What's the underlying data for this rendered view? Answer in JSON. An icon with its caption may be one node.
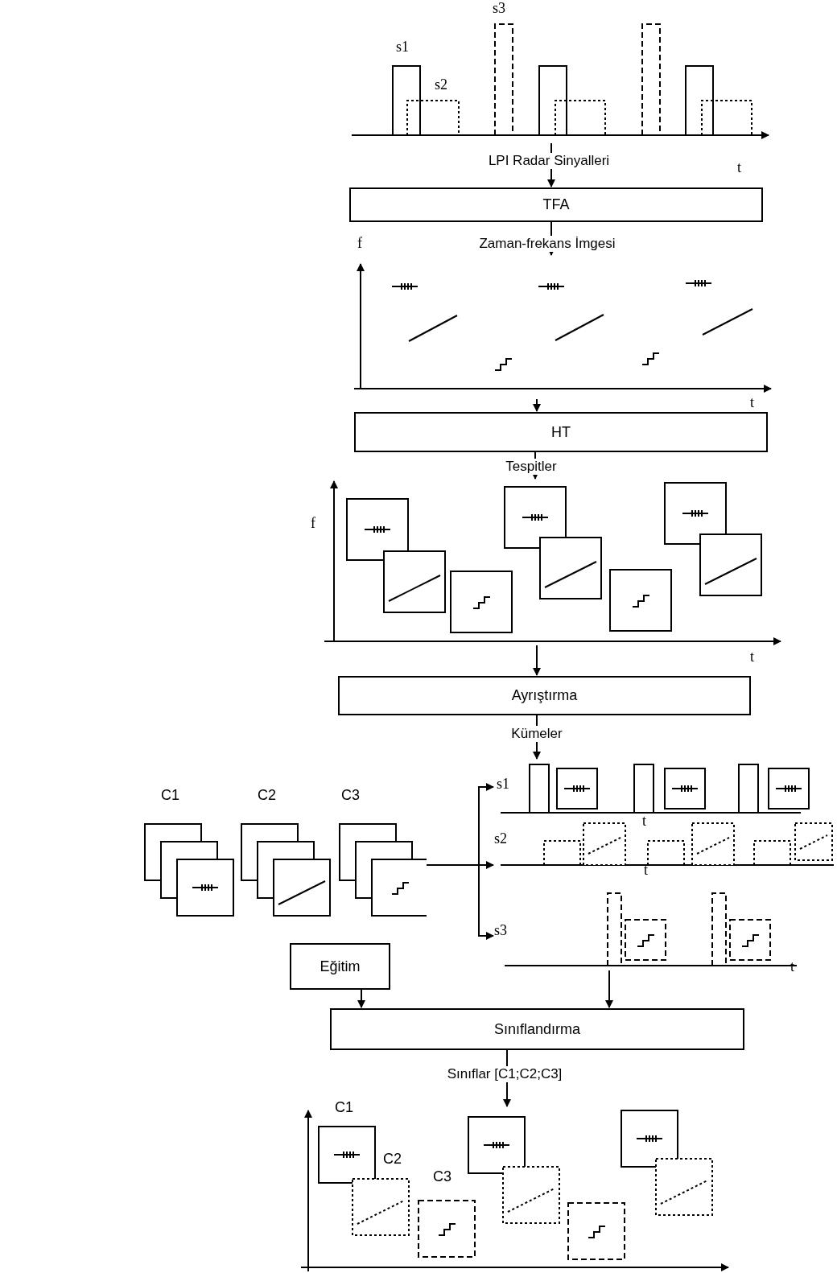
{
  "diagram": {
    "nodes": [
      {
        "text": [],
        "shape": "picture"
      },
      {
        "text": [
          "TFA"
        ]
      },
      {
        "text": [],
        "shape": "picture"
      },
      {
        "text": [
          "HT"
        ]
      },
      {
        "text": [],
        "shape": "picture"
      },
      {
        "text": [
          "Ayrıştırma"
        ]
      },
      {
        "text": [],
        "shape": "picture"
      },
      {
        "text": [],
        "shape": "picture"
      },
      {
        "text": [
          "Eğitim"
        ]
      },
      {
        "text": [
          "Sınıflandırma"
        ]
      },
      {
        "text": [],
        "shape": "picture"
      }
    ],
    "edges": [
      {
        "from": 0,
        "to": 1,
        "arrow": "to",
        "label": "LPI Radar Sinyalleri"
      },
      {
        "from": 1,
        "to": 2,
        "arrow": "to",
        "label": "Zaman-frekans İmgesi"
      },
      {
        "from": 2,
        "to": 3,
        "arrow": "to"
      },
      {
        "from": 3,
        "to": 4,
        "arrow": "to",
        "label": "Tespitler"
      },
      {
        "from": 4,
        "to": 5,
        "arrow": "to"
      },
      {
        "from": 5,
        "to": 6,
        "arrow": "to",
        "label": "Kümeler"
      },
      {
        "from": 7,
        "to": 6,
        "arrow": "to"
      },
      {
        "from": 6,
        "to": 9,
        "arrow": "to"
      },
      {
        "from": 8,
        "to": 9,
        "arrow": "to"
      },
      {
        "from": 9,
        "to": 10,
        "arrow": "to",
        "label": "Sınıflar [C1;C2;C3]"
      }
    ],
    "labels": [
      "s3",
      "s1",
      "s2",
      "t",
      "f",
      "t",
      "f",
      "t",
      "C1",
      "C2",
      "C3",
      "s1",
      "t",
      "s2",
      "t",
      "s3",
      "t",
      "C1",
      "C2",
      "C3"
    ]
  }
}
